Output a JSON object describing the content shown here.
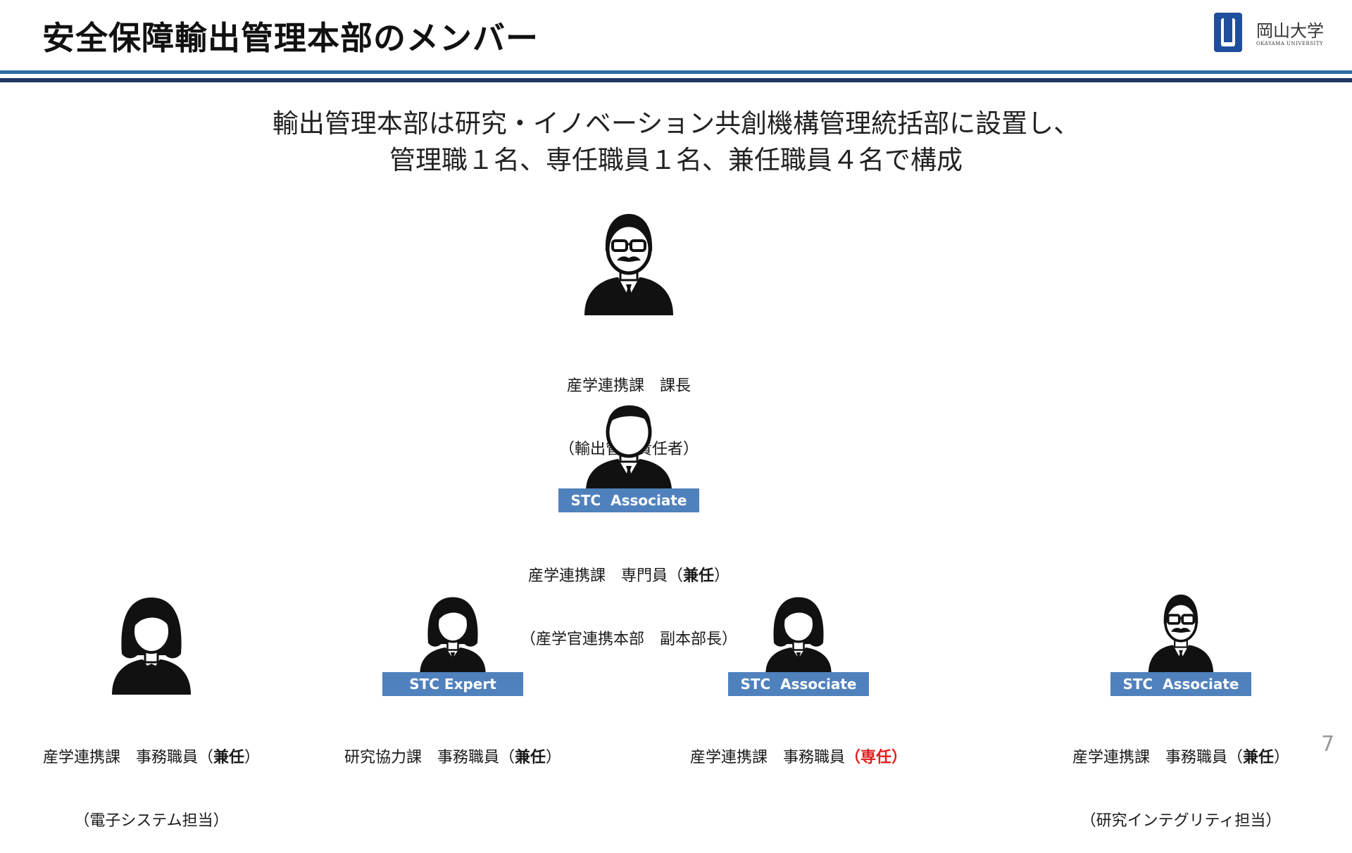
{
  "header": {
    "title": "安全保障輸出管理本部のメンバー",
    "logo_text": "岡山大学",
    "logo_sub": "OKAYAMA UNIVERSITY"
  },
  "intro": {
    "line1": "輸出管理本部は研究・イノベーション共創機構管理統括部に設置し、",
    "line2": "管理職１名、専任職員１名、兼任職員４名で構成"
  },
  "members": {
    "chief": {
      "line1": "産学連携課　課長",
      "line2": "（輸出管理責任者）"
    },
    "specialist": {
      "badge": "STC  Associate",
      "line1_prefix": "産学連携課　専門員（",
      "line1_bold": "兼任",
      "line1_suffix": "）",
      "line2": "（産学官連携本部　副本部長）"
    },
    "staff1": {
      "line1_prefix": "産学連携課　事務職員（",
      "line1_bold": "兼任",
      "line1_suffix": "）",
      "line2": "（電子システム担当）"
    },
    "staff2": {
      "badge": "STC Expert",
      "line1_prefix": "研究協力課　事務職員（",
      "line1_bold": "兼任",
      "line1_suffix": "）"
    },
    "staff3": {
      "badge": "STC  Associate",
      "line1_prefix": "産学連携課　事務職員",
      "line1_red": "（専任）"
    },
    "staff4": {
      "badge": "STC  Associate",
      "line1_prefix": "産学連携課　事務職員（",
      "line1_bold": "兼任",
      "line1_suffix": "）",
      "line2": "（研究インテグリティ担当）"
    }
  },
  "page_number": "7"
}
